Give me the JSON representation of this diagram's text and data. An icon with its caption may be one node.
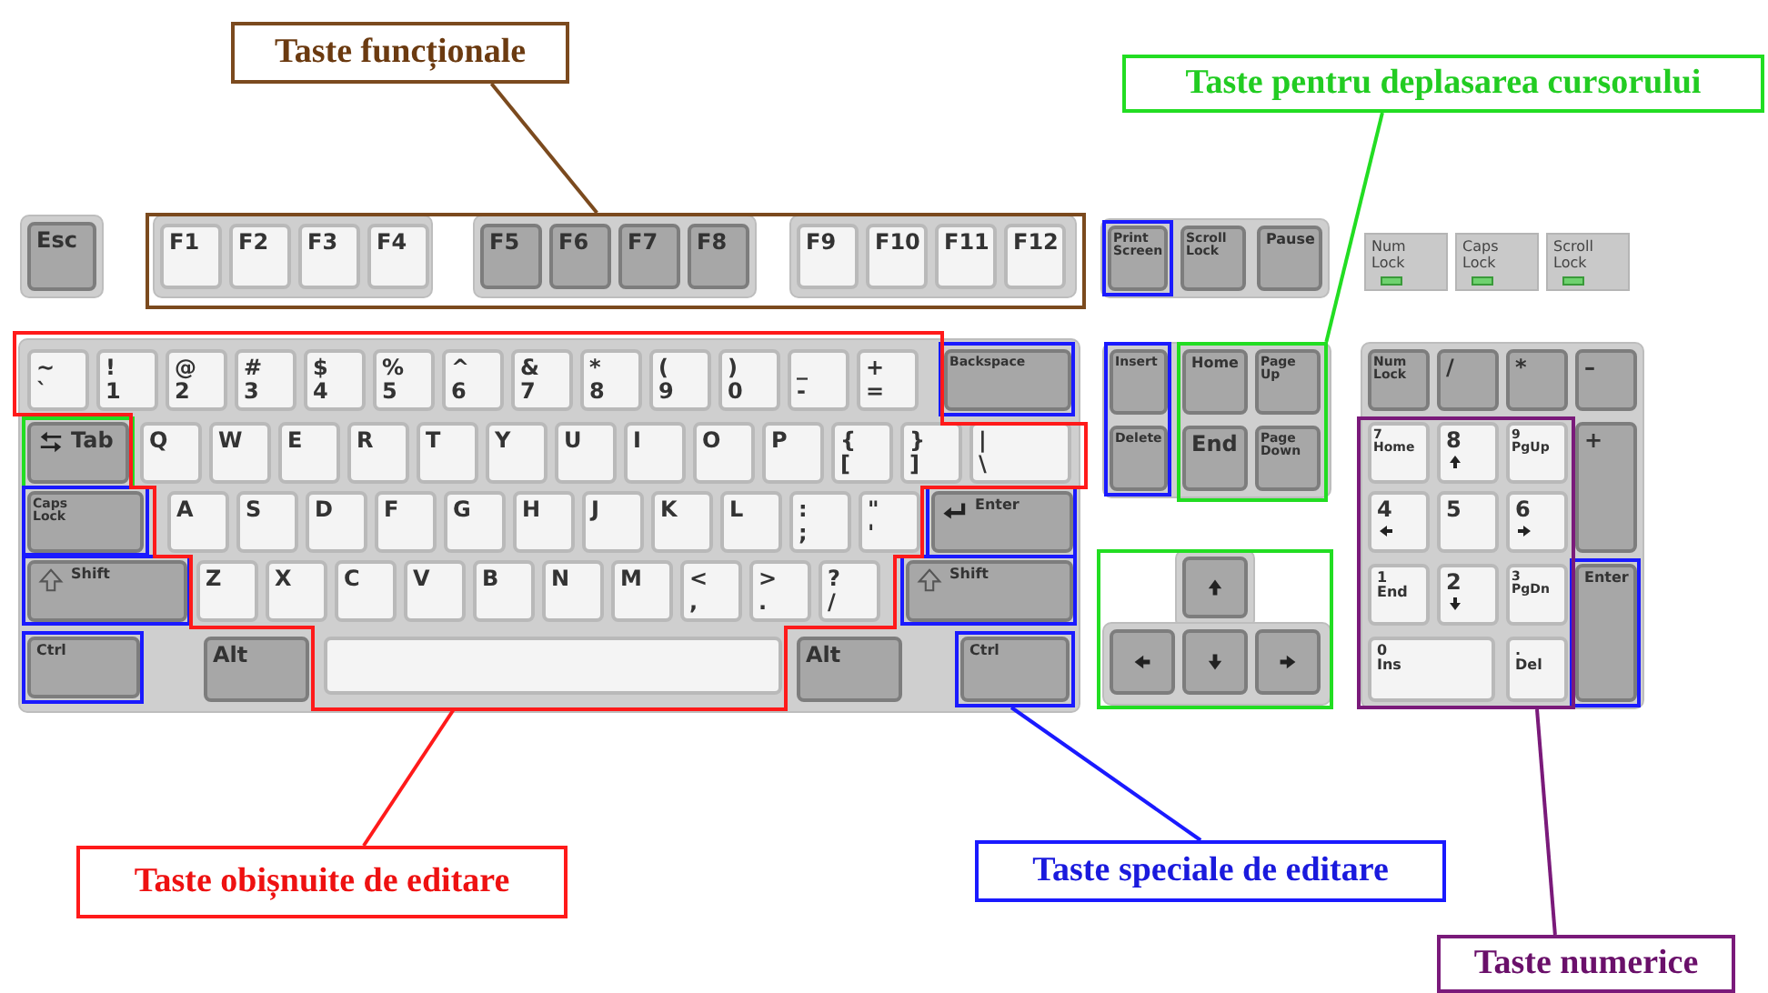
{
  "diagram": {
    "nodes": [
      {
        "text": [
          "Taste funcționale"
        ]
      },
      {
        "text": [
          "Taste pentru deplasarea cursorului"
        ]
      },
      {
        "text": [
          "Taste obișnuite de editare"
        ]
      },
      {
        "text": [
          "Taste speciale de editare"
        ]
      },
      {
        "text": [
          "Taste numerice"
        ]
      },
      {
        "text": [],
        "shape": "box"
      },
      {
        "text": [],
        "shape": "box"
      },
      {
        "text": [],
        "shape": "box"
      },
      {
        "text": [],
        "shape": "box"
      },
      {
        "text": [],
        "shape": "box"
      },
      {
        "text": [],
        "shape": "bar",
        "in": 7
      }
    ],
    "edges": [
      {
        "from": 0,
        "to": 5,
        "arrow": "none",
        "color": "#7b4a1e"
      },
      {
        "from": 1,
        "to": 6,
        "arrow": "none",
        "color": "#22dd22"
      },
      {
        "from": 2,
        "to": 7,
        "arrow": "none",
        "color": "#ff1a1a"
      },
      {
        "from": 3,
        "to": 8,
        "arrow": "none",
        "color": "#1a1aff"
      },
      {
        "from": 4,
        "to": 9,
        "arrow": "none",
        "color": "#7a1a7a"
      }
    ],
    "labels": [
      "Esc",
      "F1",
      "F2",
      "F3",
      "F4",
      "F5",
      "F6",
      "F7",
      "F8",
      "F9",
      "F10",
      "F11",
      "F12",
      "Print Screen",
      "Scroll Lock",
      "Pause",
      "Num Lock",
      "Caps Lock",
      "Scroll Lock",
      "~ `",
      "! 1",
      "@ 2",
      "# 3",
      "$ 4",
      "% 5",
      "^ 6",
      "& 7",
      "* 8",
      "( 9",
      ") 0",
      "_ -",
      "+ =",
      "Backspace",
      "Insert",
      "Home",
      "Page Up",
      "Num Lock",
      "/",
      "*",
      "–",
      "Tab",
      "Q",
      "W",
      "E",
      "R",
      "T",
      "Y",
      "U",
      "I",
      "O",
      "P",
      "{ [",
      "} ]",
      "| \\",
      "Delete",
      "End",
      "Page Down",
      "7 Home",
      "8",
      "9 PgUp",
      "+",
      "Caps Lock",
      "A",
      "S",
      "D",
      "F",
      "G",
      "H",
      "J",
      "K",
      "L",
      ": ;",
      "\" '",
      "Enter",
      "4",
      "5",
      "6",
      "Shift",
      "Z",
      "X",
      "C",
      "V",
      "B",
      "N",
      "M",
      "< ,",
      "> .",
      "? /",
      "Shift",
      "1 End",
      "2",
      "3 PgDn",
      "Enter",
      "Ctrl",
      "Alt",
      "Alt",
      "Ctrl",
      "0 Ins",
      ". Del"
    ]
  }
}
